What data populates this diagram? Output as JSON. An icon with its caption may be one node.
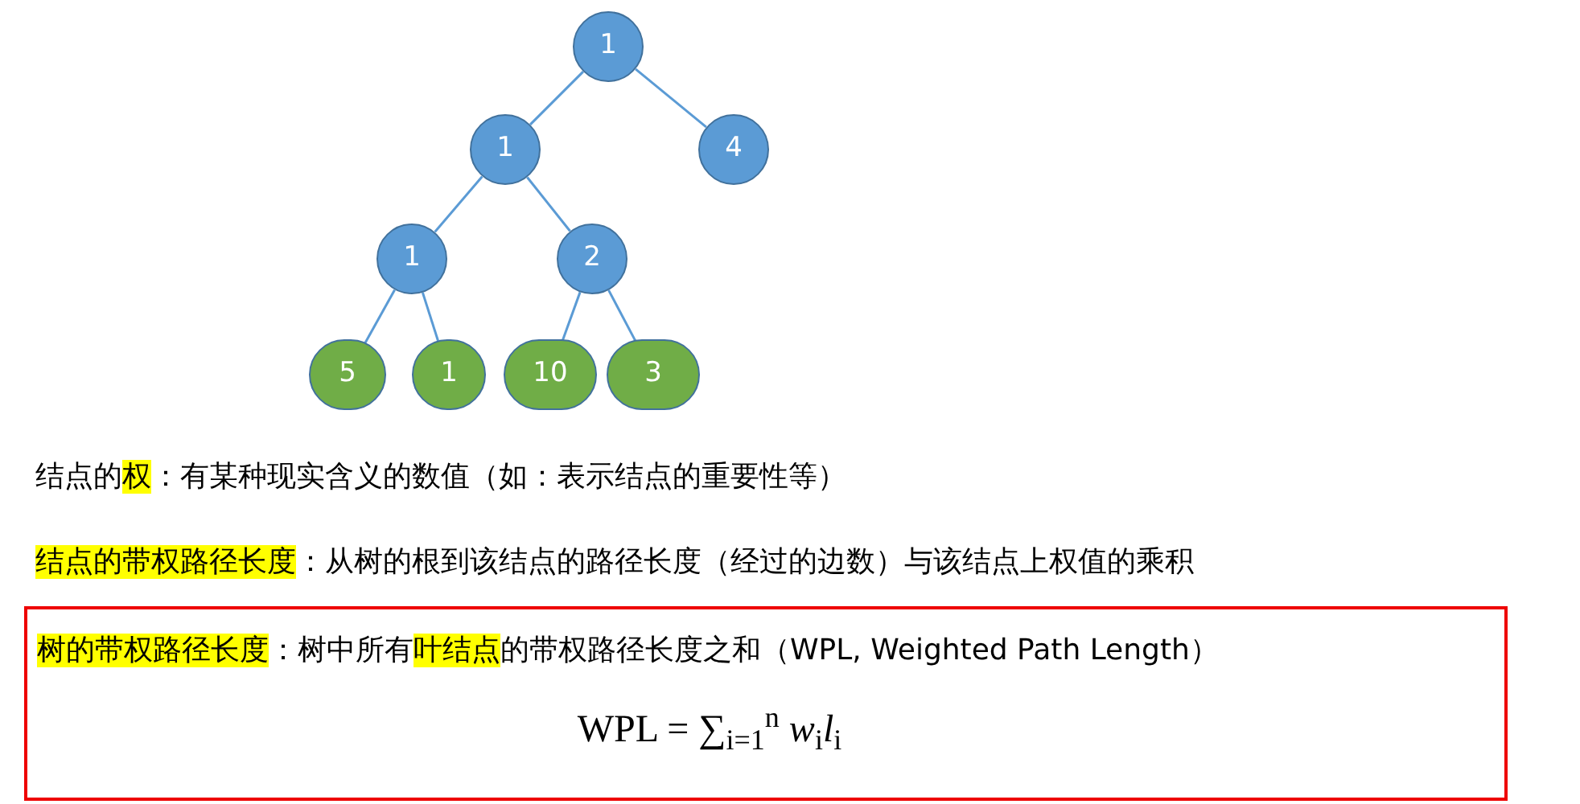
{
  "diagram": {
    "nodes": [
      {
        "text": [
          "1"
        ]
      },
      {
        "text": [
          "1"
        ]
      },
      {
        "text": [
          "4"
        ]
      },
      {
        "text": [
          "1"
        ]
      },
      {
        "text": [
          "2"
        ]
      },
      {
        "text": [
          "5"
        ]
      },
      {
        "text": [
          "1"
        ]
      },
      {
        "text": [
          "10"
        ]
      },
      {
        "text": [
          "3"
        ]
      },
      {
        "text": [
          "**树的带权路径长度**：树中所有**叶结点**的带权路径长度之和（WPL, Weighted Path Length）",
          "WPL = ∑$_{i=1}$$^{n}$ *w*$_{i}$*l*$_{i}$"
        ]
      }
    ],
    "edges": [
      {
        "from": 0,
        "to": 1,
        "arrow": "none"
      },
      {
        "from": 0,
        "to": 2,
        "arrow": "none"
      },
      {
        "from": 1,
        "to": 3,
        "arrow": "none"
      },
      {
        "from": 1,
        "to": 4,
        "arrow": "none"
      },
      {
        "from": 3,
        "to": 5,
        "arrow": "none"
      },
      {
        "from": 3,
        "to": 6,
        "arrow": "none"
      },
      {
        "from": 4,
        "to": 7,
        "arrow": "none"
      },
      {
        "from": 4,
        "to": 8,
        "arrow": "none"
      }
    ],
    "labels": [
      "结点的**权**：有某种现实含义的数值（如：表示结点的重要性等）",
      "**结点的带权路径长度**：从树的根到该结点的路径长度（经过的边数）与该结点上权值的乘积"
    ]
  }
}
